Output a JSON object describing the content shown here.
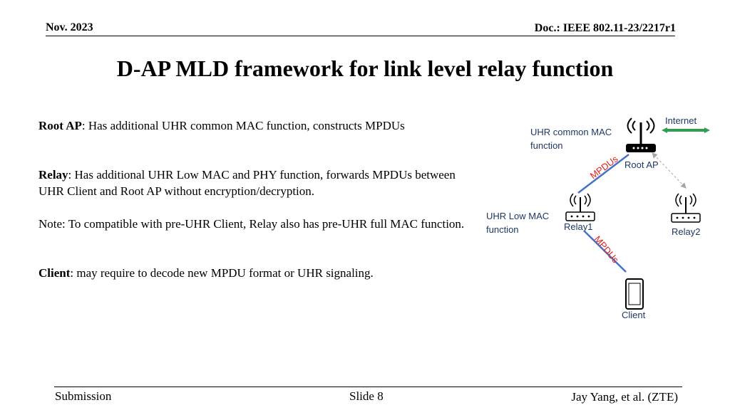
{
  "header": {
    "date": "Nov. 2023",
    "doc": "Doc.: IEEE 802.11-23/2217r1"
  },
  "title": "D-AP MLD framework for link level relay function",
  "body": {
    "root_ap_term": "Root AP",
    "root_ap_text": ": Has additional UHR common MAC function, constructs MPDUs",
    "relay_term": "Relay",
    "relay_text": ": Has additional UHR Low MAC and PHY function, forwards MPDUs between UHR Client and Root AP without encryption/decryption.",
    "note_text": "Note: To compatible with pre-UHR Client, Relay also has pre-UHR full MAC function.",
    "client_term": "Client",
    "client_text": ": may require to decode new MPDU format or UHR signaling."
  },
  "diagram": {
    "internet": "Internet",
    "uhr_common_mac_line1": "UHR common MAC",
    "uhr_common_mac_line2": "function",
    "root_ap": "Root AP",
    "mpdus_upper": "MPDUs",
    "uhr_low_mac_line1": "UHR Low MAC",
    "uhr_low_mac_line2": "function",
    "relay1": "Relay1",
    "relay2": "Relay2",
    "mpdus_lower": "MPDUs",
    "client": "Client",
    "colors": {
      "link": "#4472c4",
      "mpdus_label": "#e0201b",
      "internet_arrow": "#2e9e4f",
      "dashed_link": "#a6a6a6",
      "label_text": "#1f3864"
    }
  },
  "footer": {
    "left": "Submission",
    "center": "Slide 8",
    "right": "Jay Yang, et al. (ZTE)"
  }
}
